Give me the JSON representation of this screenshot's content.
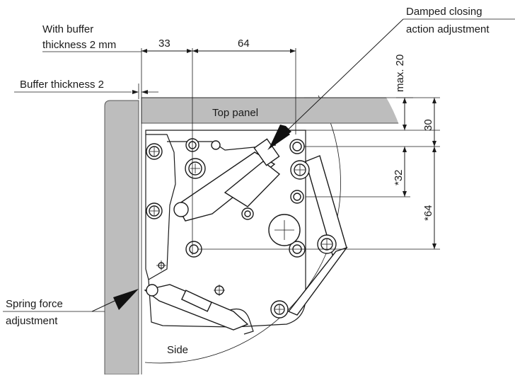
{
  "labels": {
    "damped_line1": "Damped closing",
    "damped_line2": "action adjustment",
    "buffer_line1": "With buffer",
    "buffer_line2": "thickness 2 mm",
    "buffer_thickness": "Buffer thickness 2",
    "top_panel": "Top panel",
    "spring_line1": "Spring force",
    "spring_line2": "adjustment",
    "side": "Side"
  },
  "dimensions": {
    "d33": "33",
    "d64_top": "64",
    "max20": "max. 20",
    "d30": "30",
    "d32": "*32",
    "d64_side": "*64"
  },
  "colors": {
    "panel_fill": "#bdbdbd",
    "line": "#1a1a1a",
    "arrow_dark": "#111111"
  }
}
